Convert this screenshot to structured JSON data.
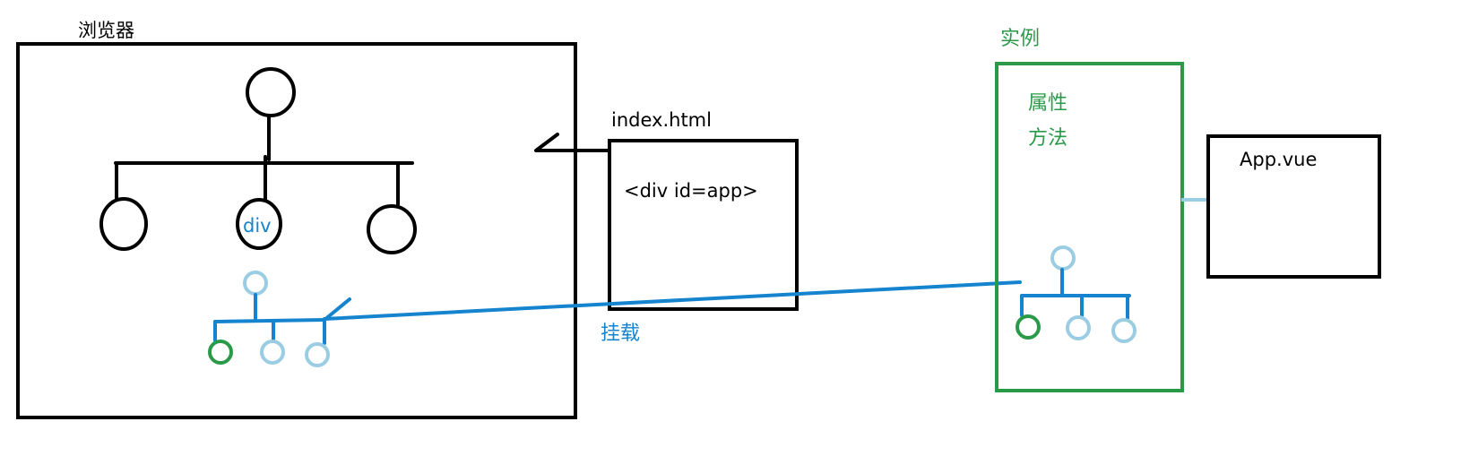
{
  "colors": {
    "ink": "#000000",
    "blue": "#1584cf",
    "light_blue": "#9acde3",
    "green": "#2a9a49"
  },
  "browser": {
    "title": "浏览器",
    "dom_node_label": "div"
  },
  "index_html": {
    "title": "index.html",
    "content": "<div id=app>"
  },
  "mount": {
    "label": "挂载"
  },
  "instance": {
    "title": "实例",
    "properties_label": "属性",
    "methods_label": "方法"
  },
  "app_vue": {
    "title": "App.vue"
  }
}
